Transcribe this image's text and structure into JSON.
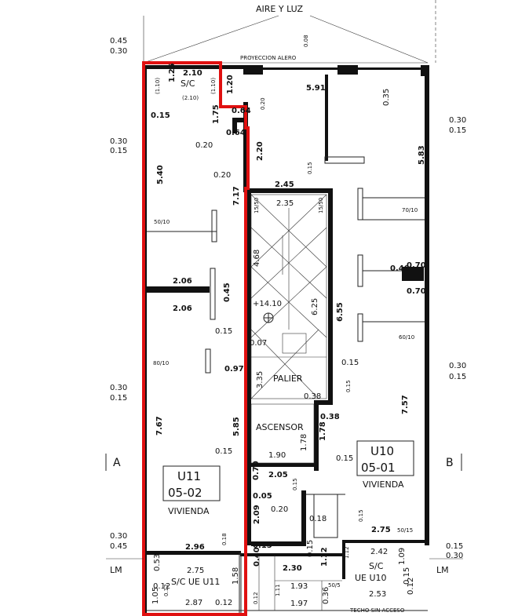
{
  "header": {
    "aire_y_luz": "AIRE Y LUZ",
    "proyeccion": "PROYECCION ALERO"
  },
  "sections": {
    "a": "A",
    "b": "B"
  },
  "lm": "LM",
  "units": {
    "u11": {
      "code": "U11",
      "number": "05-02",
      "type": "VIVIENDA"
    },
    "u10": {
      "code": "U10",
      "number": "05-01",
      "type": "VIVIENDA"
    }
  },
  "rooms": {
    "sc_top": "S/C",
    "palier": "PALIER",
    "ascensor": "ASCENSOR",
    "sc_ue_u11": "S/C UE U11",
    "sc_ue_u10_a": "S/C",
    "sc_ue_u10_b": "UE U10",
    "techo": "TECHO SIN ACCESO"
  },
  "level": "+14.10",
  "left_margin": {
    "top1": "0.45",
    "top2": "0.30",
    "mid1": "0.30",
    "mid2": "0.15",
    "low1": "0.30",
    "low2": "0.15",
    "bot1": "0.30",
    "bot2": "0.45"
  },
  "right_margin": {
    "top1": "0.30",
    "top2": "0.15",
    "mid1": "0.30",
    "mid2": "0.15",
    "bot1": "0.15",
    "bot2": "0.30"
  },
  "dims": {
    "d210": "2.10",
    "d125": "1.25",
    "d110a": "(1.10)",
    "d110b": "(1.10)",
    "d210p": "(2.10)",
    "d120": "1.20",
    "d020a": "0.20",
    "d064a": "0.64",
    "d064b": "0.64",
    "d175": "1.75",
    "d015a": "0.15",
    "d020b": "0.20",
    "d220": "2.20",
    "d020c": "0.20",
    "d591": "5.91",
    "d035": "0.35",
    "d008": "0.08",
    "d583": "5.83",
    "d540": "5.40",
    "d717": "7.17",
    "d245": "2.45",
    "d015b": "0.15",
    "d235": "2.35",
    "d1550a": "15/50",
    "d1550b": "15/50",
    "d5010": "50/10",
    "d7010": "70/10",
    "d468": "4.68",
    "d040": "0.40",
    "d070a": "0.70",
    "d070b": "0.70",
    "d206a": "2.06",
    "d206b": "2.06",
    "d045": "0.45",
    "d625": "6.25",
    "d655": "6.55",
    "d015c": "0.15",
    "d007": "0.07",
    "d6010": "60/10",
    "d8010": "80/10",
    "d097": "0.97",
    "d335": "3.35",
    "d015d": "0.15",
    "d015e": "0.15",
    "d038a": "0.38",
    "d038b": "0.38",
    "d767": "7.67",
    "d585": "5.85",
    "d757": "7.57",
    "d178a": "1.78",
    "d178b": "1.78",
    "d015f": "0.15",
    "d190": "1.90",
    "d015g": "0.15",
    "d070c": "0.70",
    "d205": "2.05",
    "d005": "0.05",
    "d015h": "0.15",
    "d020d": "0.20",
    "d209": "2.09",
    "d018a": "0.18",
    "d015i": "0.15",
    "d275a": "2.75",
    "d5015": "50/15",
    "d296": "2.96",
    "d018b": "0.18",
    "d015j": "0.15",
    "d040b": "0.40",
    "d230": "2.30",
    "d015k": "0.15",
    "d112a": "1.12",
    "d112b": "1.12",
    "d242": "2.42",
    "d109": "1.09",
    "d275b": "2.75",
    "d053": "0.53",
    "d158": "1.58",
    "d012a": "0.12",
    "d012b": "0.12",
    "d105": "1.05",
    "d287": "2.87",
    "d012c": "0.12",
    "d012d": "0.12",
    "d193": "1.93",
    "d505": "50/5",
    "d111": "1.11",
    "d036": "0.36",
    "d197": "1.97",
    "d253": "2.53",
    "d015l": "0.15",
    "d012e": "0.12"
  }
}
